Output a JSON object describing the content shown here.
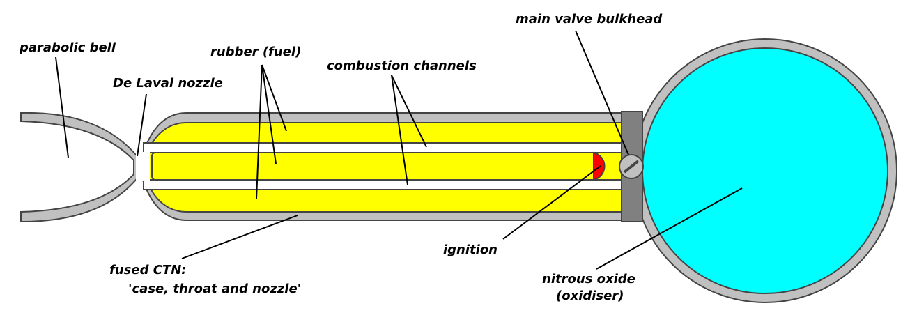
{
  "labels": {
    "parabolic_bell": "parabolic bell",
    "de_laval_nozzle": "De Laval nozzle",
    "rubber_fuel": "rubber (fuel)",
    "combustion_channels": "combustion channels",
    "main_valve_bulkhead": "main valve bulkhead",
    "ignition": "ignition",
    "fused_ctn_line1": "fused CTN:",
    "fused_ctn_line2": "'case, throat and nozzle'",
    "oxidiser_line1": "nitrous oxide",
    "oxidiser_line2": "(oxidiser)"
  },
  "colors": {
    "casing": "#c0c0c0",
    "outline": "#444444",
    "fuel": "#ffff00",
    "oxidiser": "#00ffff",
    "bulkhead": "#808080",
    "ignition": "#ff0000",
    "channel": "#ffffff"
  }
}
